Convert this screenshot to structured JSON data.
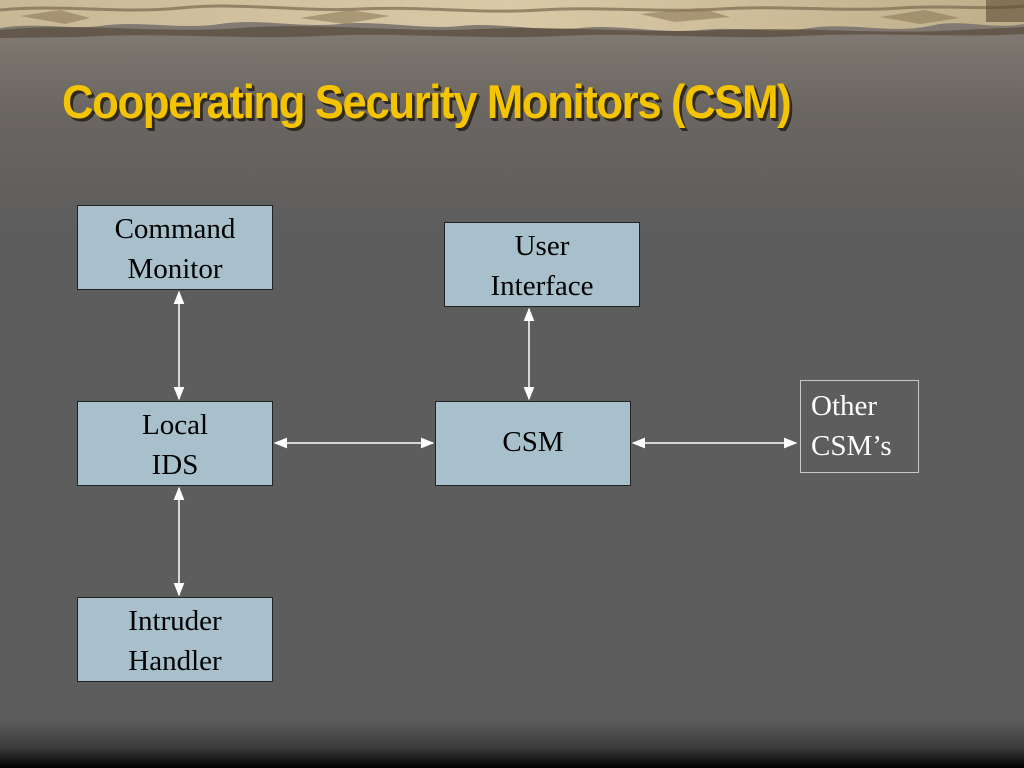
{
  "slide": {
    "title": "Cooperating Security Monitors (CSM)"
  },
  "diagram": {
    "nodes": {
      "command_monitor": [
        "Command",
        "Monitor"
      ],
      "user_interface": [
        "User",
        "Interface"
      ],
      "local_ids": [
        "Local",
        "IDS"
      ],
      "csm": [
        "CSM"
      ],
      "other_csms": [
        "Other",
        "CSM’s"
      ],
      "intruder_handler": [
        "Intruder",
        "Handler"
      ]
    },
    "edges": [
      {
        "from": "command_monitor",
        "to": "local_ids",
        "direction": "both"
      },
      {
        "from": "local_ids",
        "to": "intruder_handler",
        "direction": "both"
      },
      {
        "from": "local_ids",
        "to": "csm",
        "direction": "both"
      },
      {
        "from": "user_interface",
        "to": "csm",
        "direction": "both"
      },
      {
        "from": "csm",
        "to": "other_csms",
        "direction": "both"
      }
    ]
  },
  "colors": {
    "title": "#f5c400",
    "box_fill": "#a8c0cb",
    "arrow": "#ffffff",
    "background": "#5d5d5d"
  }
}
